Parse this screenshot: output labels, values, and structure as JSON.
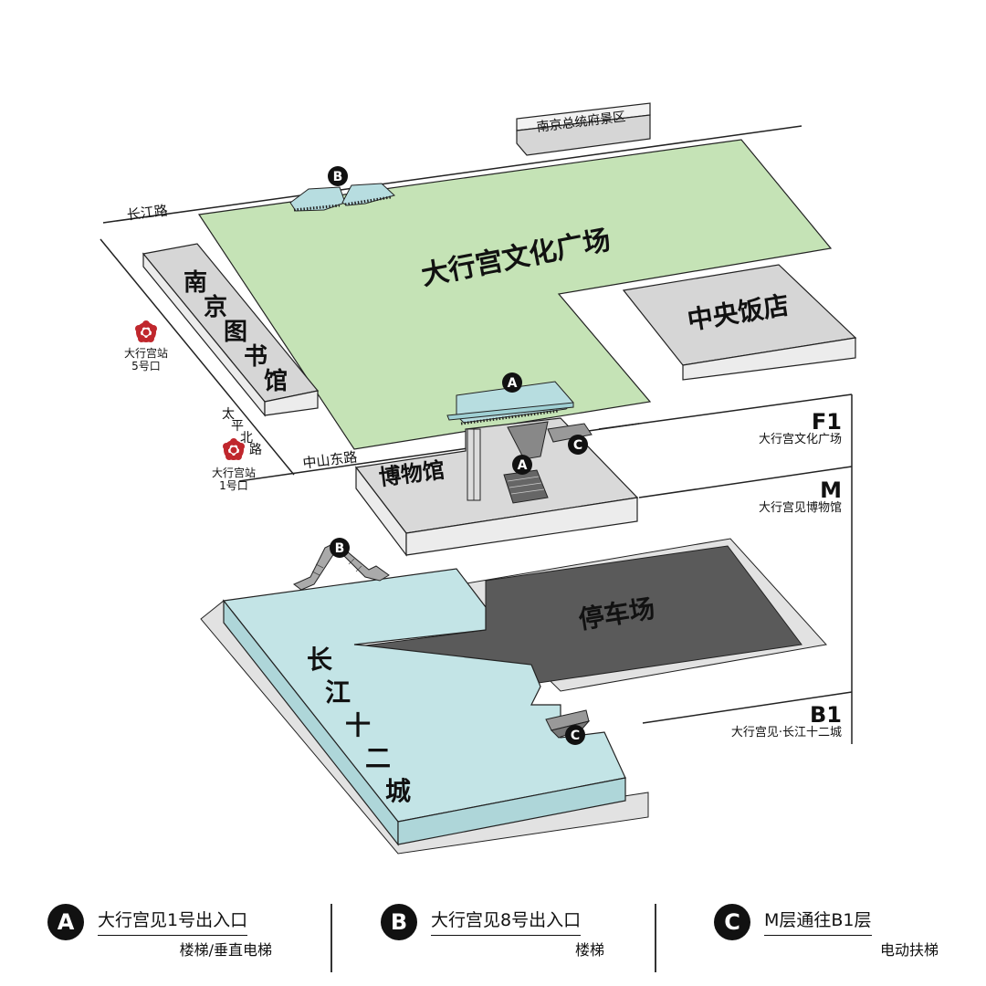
{
  "map": {
    "roads": {
      "changjiang": "长江路",
      "zhongshan_east": "中山东路",
      "taiping_north": [
        "太",
        "平",
        "北",
        "路"
      ]
    },
    "buildings": {
      "presidential_palace": "南京总统府景区",
      "plaza": "大行宫文化广场",
      "library": [
        "南",
        "京",
        "图",
        "书",
        "馆"
      ],
      "hotel": "中央饭店",
      "museum": "博物馆",
      "parking": "停车场",
      "mall": [
        "长",
        "江",
        "十",
        "二",
        "城"
      ]
    },
    "metro": {
      "exit5": {
        "line1": "大行宫站",
        "line2": "5号口"
      },
      "exit1": {
        "line1": "大行宫站",
        "line2": "1号口"
      }
    },
    "markers": {
      "a": "A",
      "b": "B",
      "c": "C"
    },
    "levels": {
      "f1": {
        "code": "F1",
        "name": "大行宫文化广场"
      },
      "m": {
        "code": "M",
        "name": "大行宫见博物馆"
      },
      "b1": {
        "code": "B1",
        "name": "大行宫见·长江十二城"
      }
    }
  },
  "legend": [
    {
      "letter": "A",
      "title": "大行宫见1号出入口",
      "sub": "楼梯/垂直电梯"
    },
    {
      "letter": "B",
      "title": "大行宫见8号出入口",
      "sub": "楼梯"
    },
    {
      "letter": "C",
      "title": "M层通往B1层",
      "sub": "电动扶梯"
    }
  ],
  "colors": {
    "plaza_green": "#c5e3b6",
    "mall_blue": "#c3e4e6",
    "parking_dark": "#5a5a5a",
    "building_gray": "#d6d6d6",
    "metro_red": "#c0272d"
  }
}
